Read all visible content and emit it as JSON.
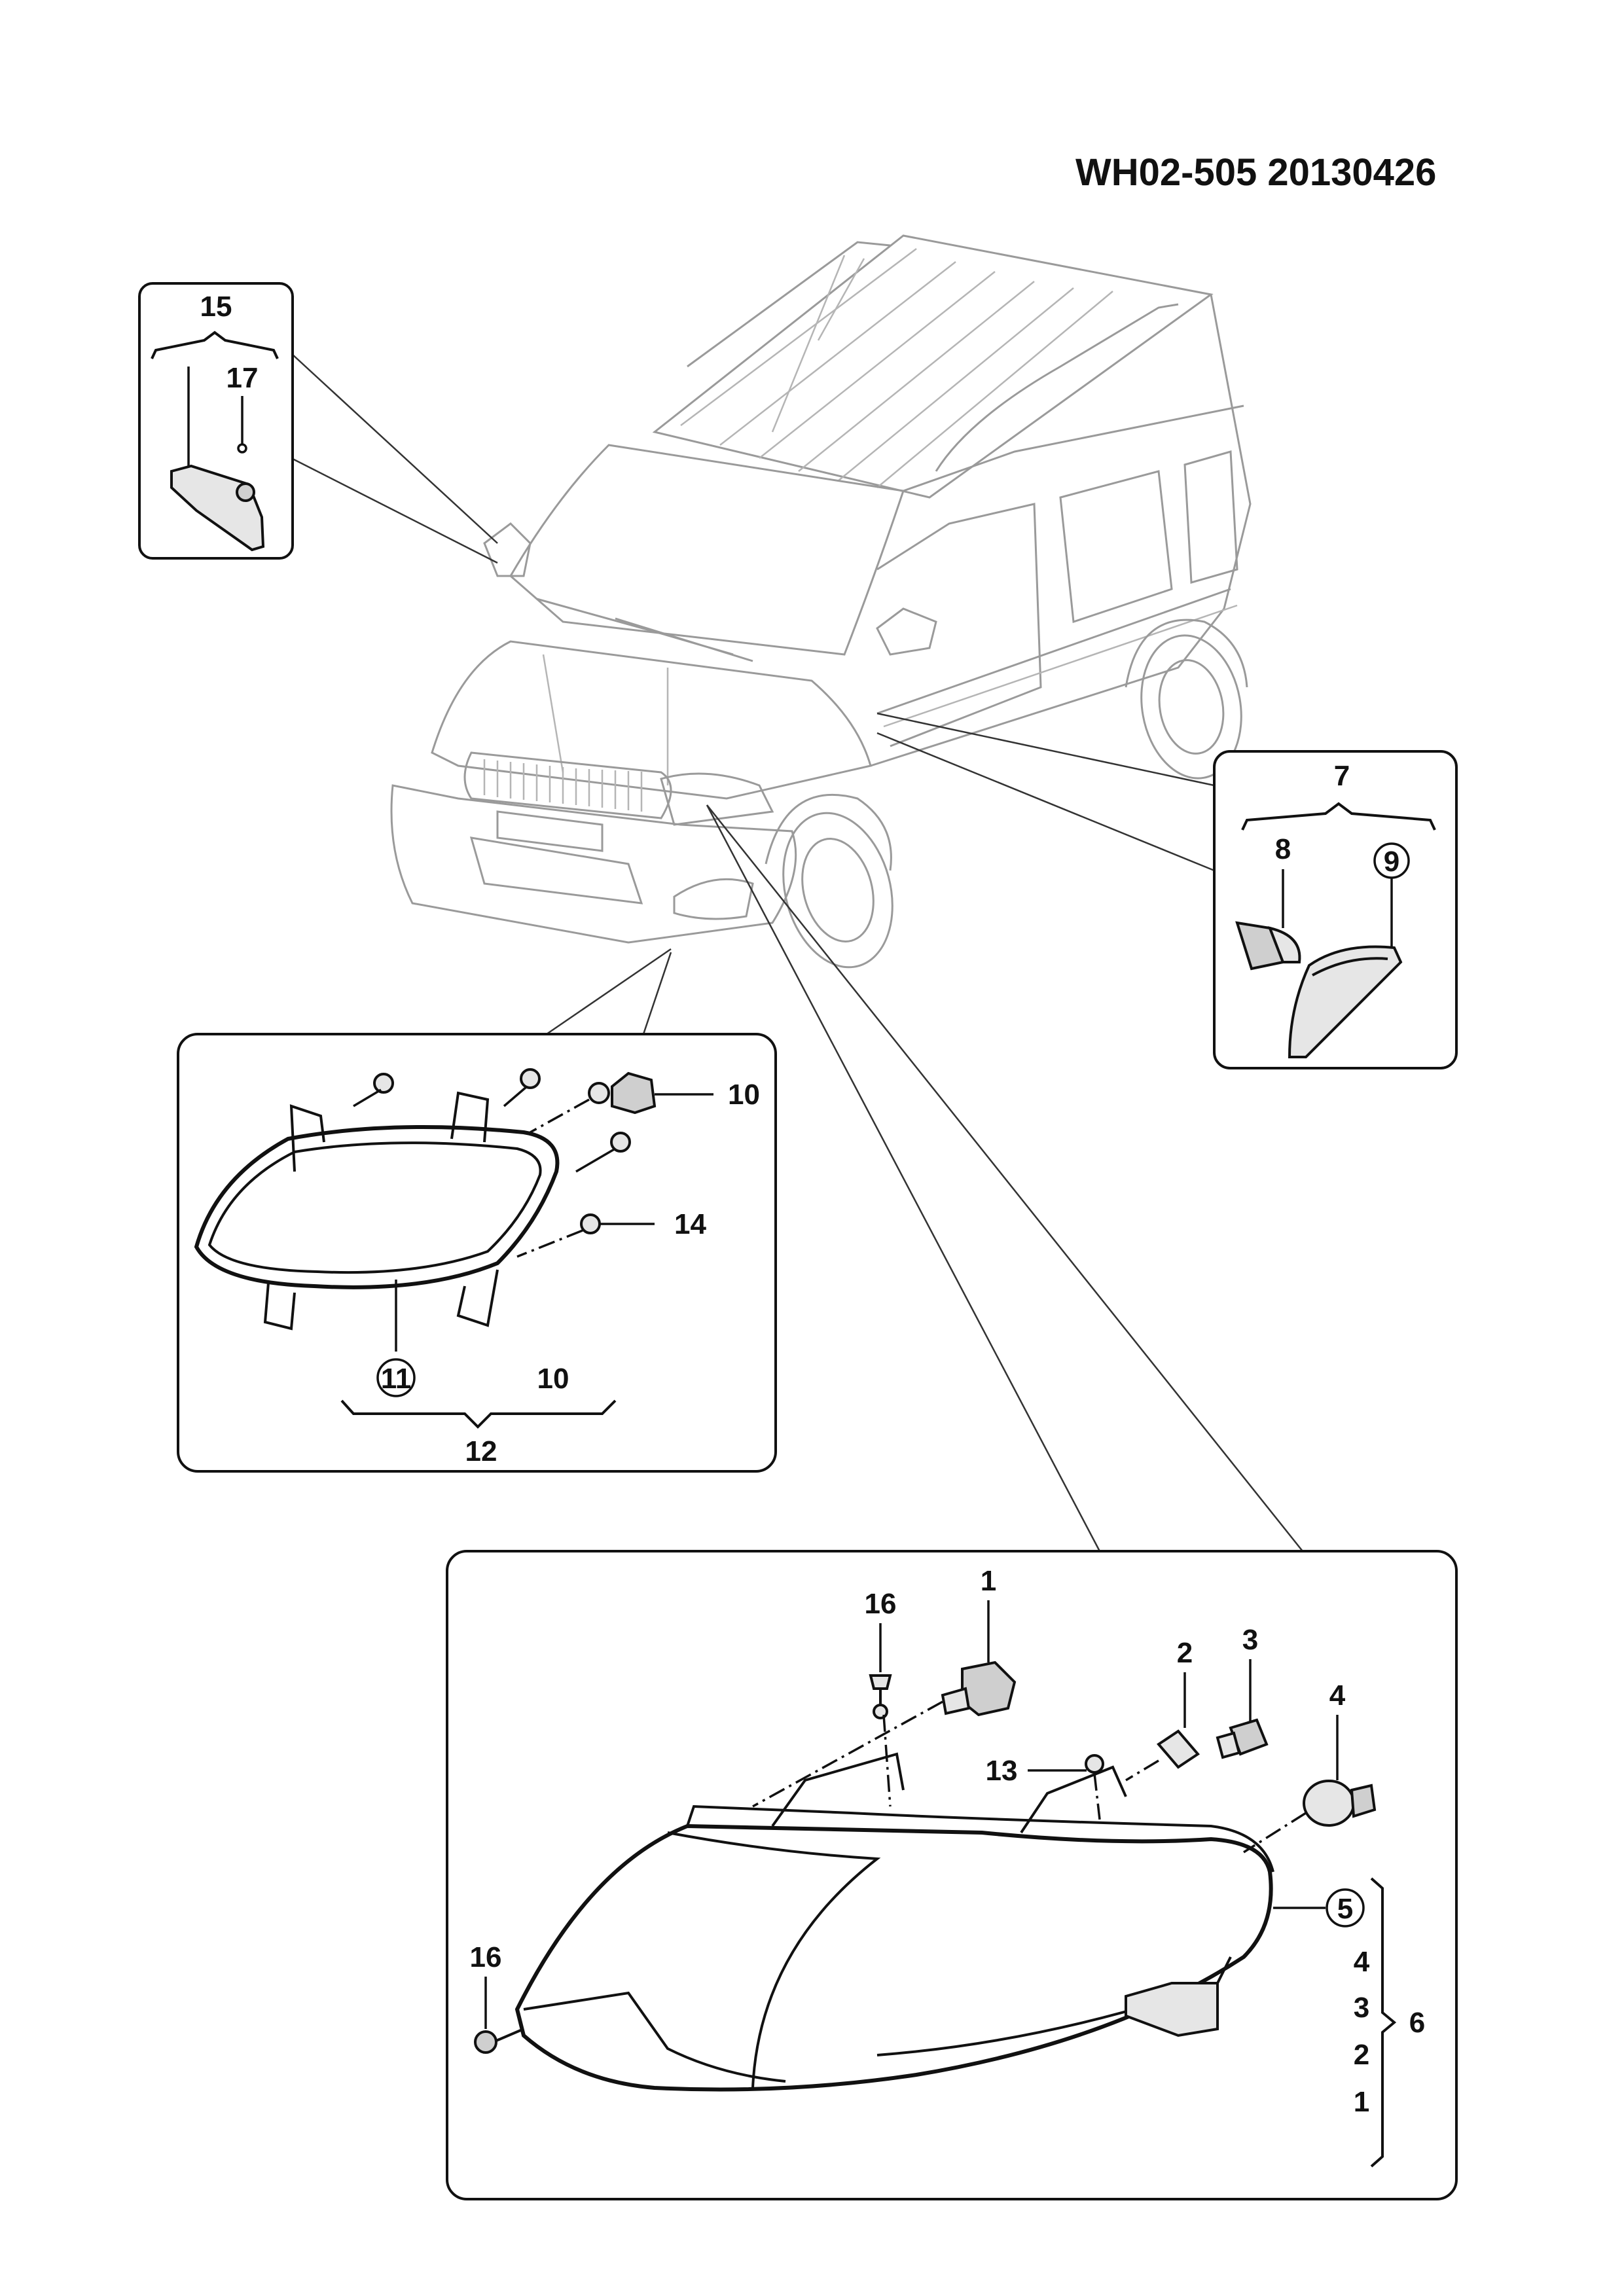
{
  "drawing_code": "WH02-505  20130426",
  "callouts": {
    "top_left": {
      "group": "15",
      "item": "17"
    },
    "right": {
      "group": "7",
      "bulb": "8",
      "lamp": "9"
    },
    "middle_left": {
      "bulb": "10",
      "screw": "14",
      "lamp": "11",
      "group_part": "10",
      "group": "12"
    },
    "bottom": {
      "bulb_1": "1",
      "bulb_2": "2",
      "bulb_3": "3",
      "bulb_4": "4",
      "screw_16_top": "16",
      "screw_16_bottom": "16",
      "item_13": "13",
      "headlamp": "5",
      "stack": [
        "4",
        "3",
        "2",
        "1"
      ],
      "group": "6"
    }
  },
  "circled_numbers": [
    "9",
    "11",
    "5"
  ]
}
